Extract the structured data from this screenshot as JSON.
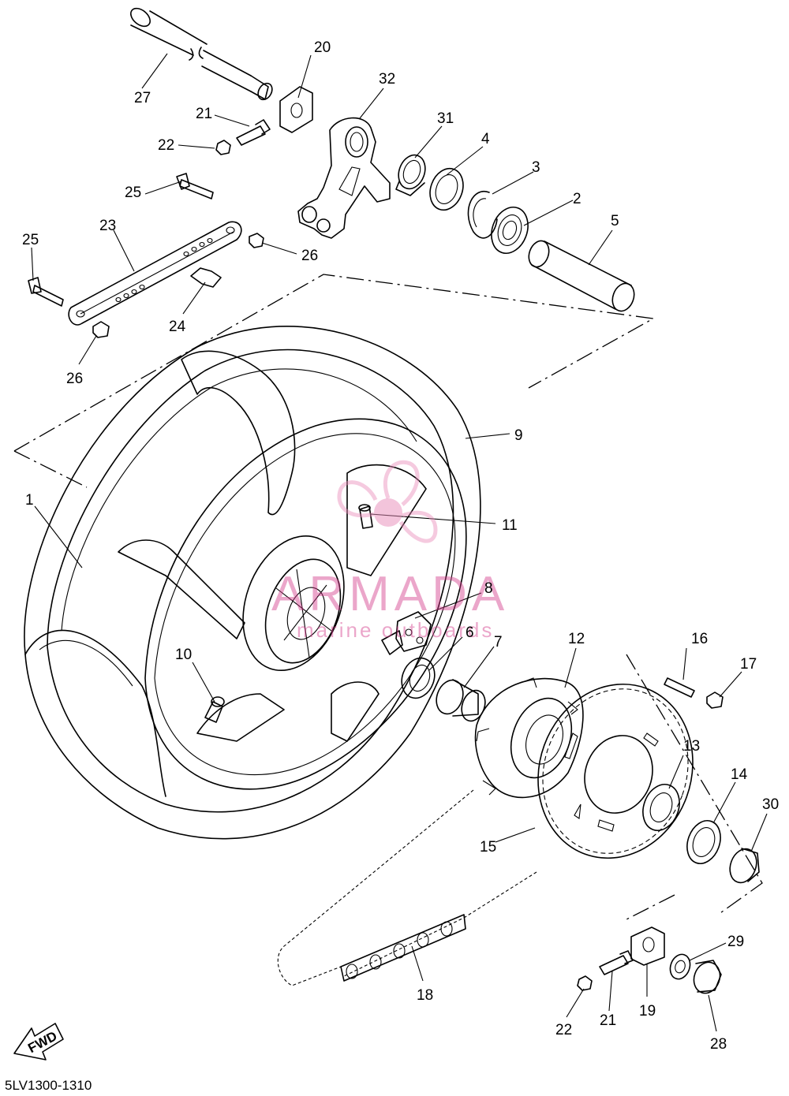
{
  "diagram": {
    "code": "5LV1300-1310",
    "fwd_label": "FWD",
    "watermark": {
      "brand": "ARMADA",
      "tagline": "marine outboards"
    },
    "part_labels": [
      "1",
      "2",
      "3",
      "4",
      "5",
      "6",
      "7",
      "8",
      "9",
      "10",
      "11",
      "12",
      "13",
      "14",
      "15",
      "16",
      "17",
      "18",
      "19",
      "20",
      "21",
      "22",
      "23",
      "24",
      "25",
      "26",
      "27",
      "28",
      "29",
      "30",
      "31",
      "32"
    ],
    "repeated_labels": {
      "21": "21",
      "22": "22",
      "25": "25",
      "26": "26"
    }
  }
}
